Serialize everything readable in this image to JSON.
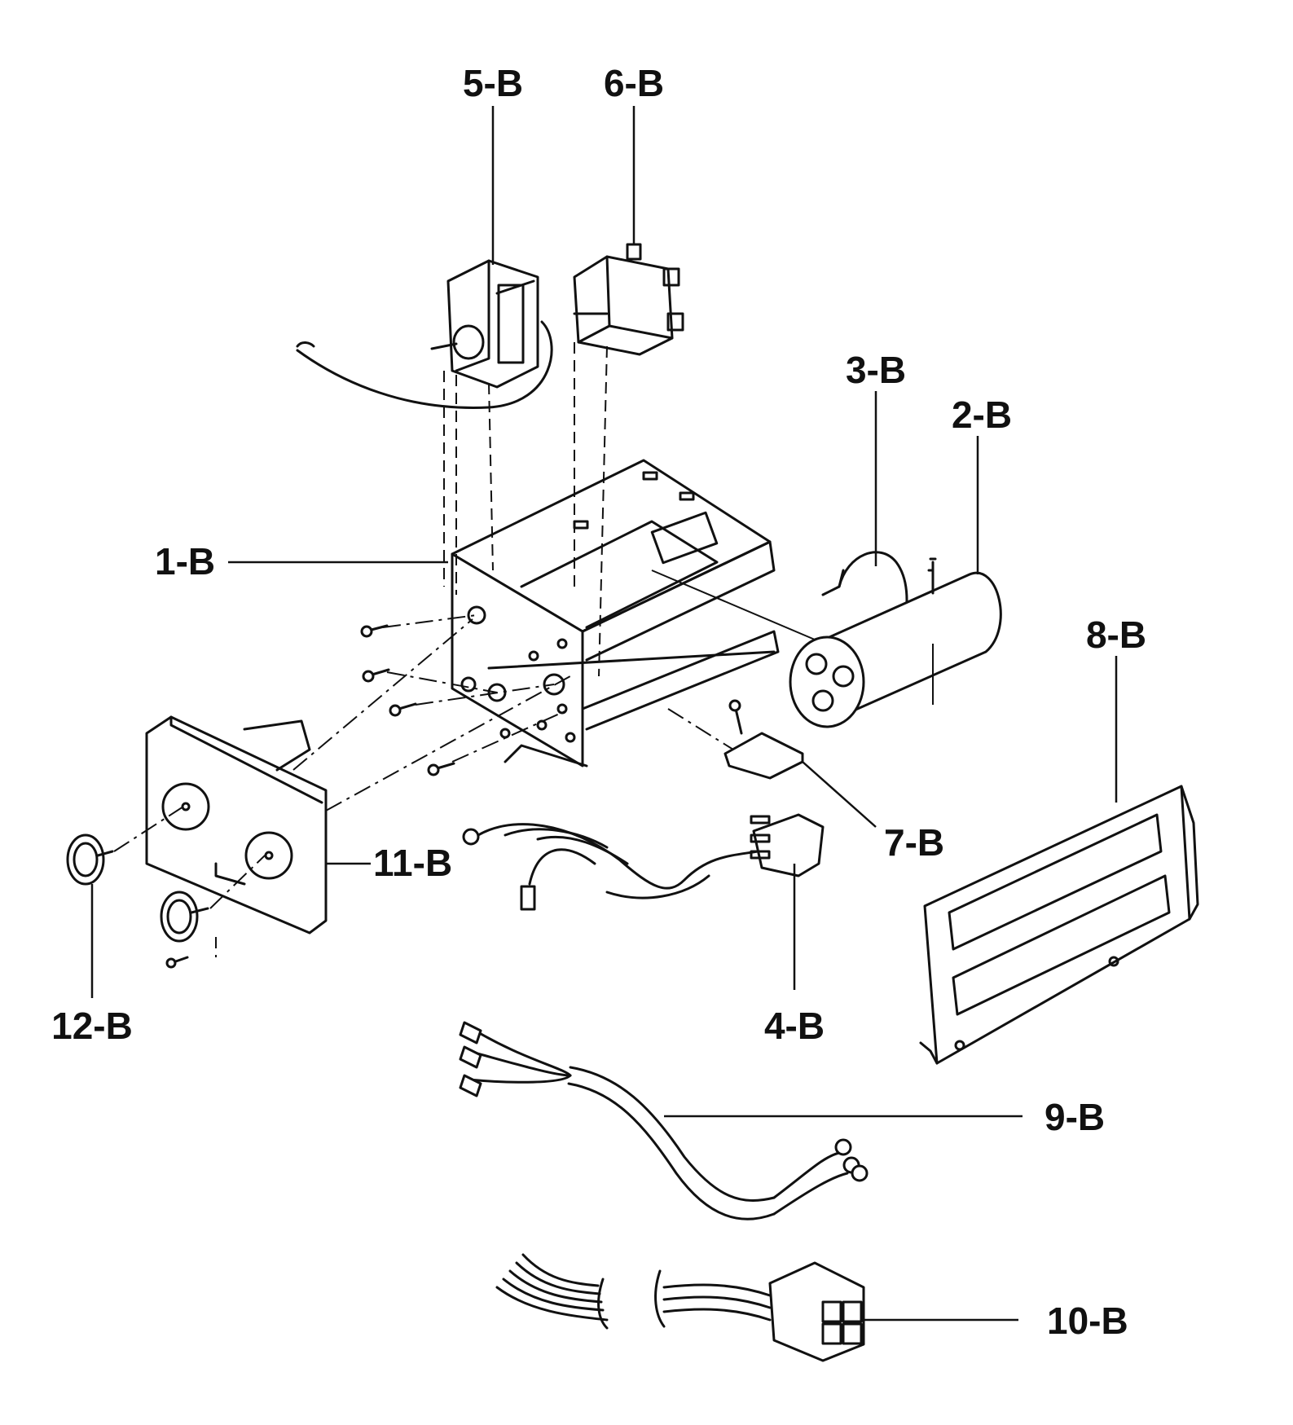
{
  "callouts": [
    {
      "id": "5-B",
      "label": "5-B"
    },
    {
      "id": "6-B",
      "label": "6-B"
    },
    {
      "id": "3-B",
      "label": "3-B"
    },
    {
      "id": "2-B",
      "label": "2-B"
    },
    {
      "id": "1-B",
      "label": "1-B"
    },
    {
      "id": "8-B",
      "label": "8-B"
    },
    {
      "id": "7-B",
      "label": "7-B"
    },
    {
      "id": "11-B",
      "label": "11-B"
    },
    {
      "id": "4-B",
      "label": "4-B"
    },
    {
      "id": "12-B",
      "label": "12-B"
    },
    {
      "id": "9-B",
      "label": "9-B"
    },
    {
      "id": "10-B",
      "label": "10-B"
    }
  ]
}
